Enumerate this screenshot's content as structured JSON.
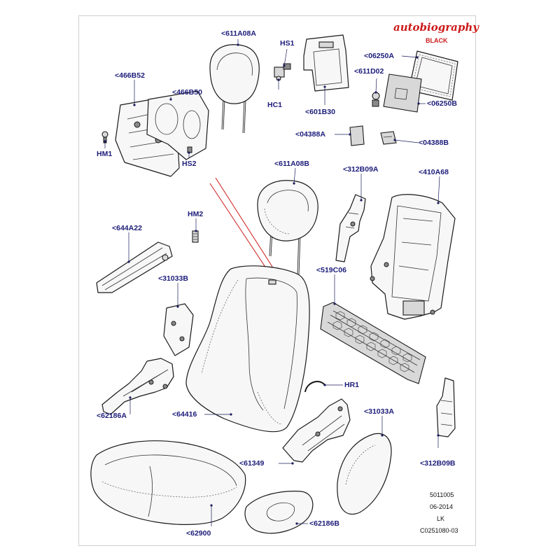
{
  "brand": {
    "name": "autobiography",
    "variant": "BLACK",
    "color": "#cc1a1a"
  },
  "callout_color": "#1c1c7a",
  "callouts": {
    "c611A08A": "<611A08A",
    "cHS1": "HS1",
    "cHC1": "HC1",
    "c601B30": "<601B30",
    "c06250A": "<06250A",
    "c611D02": "<611D02",
    "c06250B": "<06250B",
    "c466B52": "<466B52",
    "c466B50": "<466B50",
    "cHM1": "HM1",
    "cHS2": "HS2",
    "c04388A": "<04388A",
    "c04388B": "<04388B",
    "c611A08B": "<611A08B",
    "c312B09A": "<312B09A",
    "c410A68": "<410A68",
    "cHM2": "HM2",
    "c644A22": "<644A22",
    "c31033B": "<31033B",
    "c519C06": "<519C06",
    "cHR1": "HR1",
    "c62186A": "<62186A",
    "c64416": "<64416",
    "c31033A": "<31033A",
    "c312B09B": "<312B09B",
    "c61349": "<61349",
    "c62900": "<62900",
    "c62186B": "<62186B"
  },
  "footer": {
    "line1": "5011005",
    "line2": "06-2014",
    "line3": "LK",
    "line4": "C0251080-03"
  }
}
